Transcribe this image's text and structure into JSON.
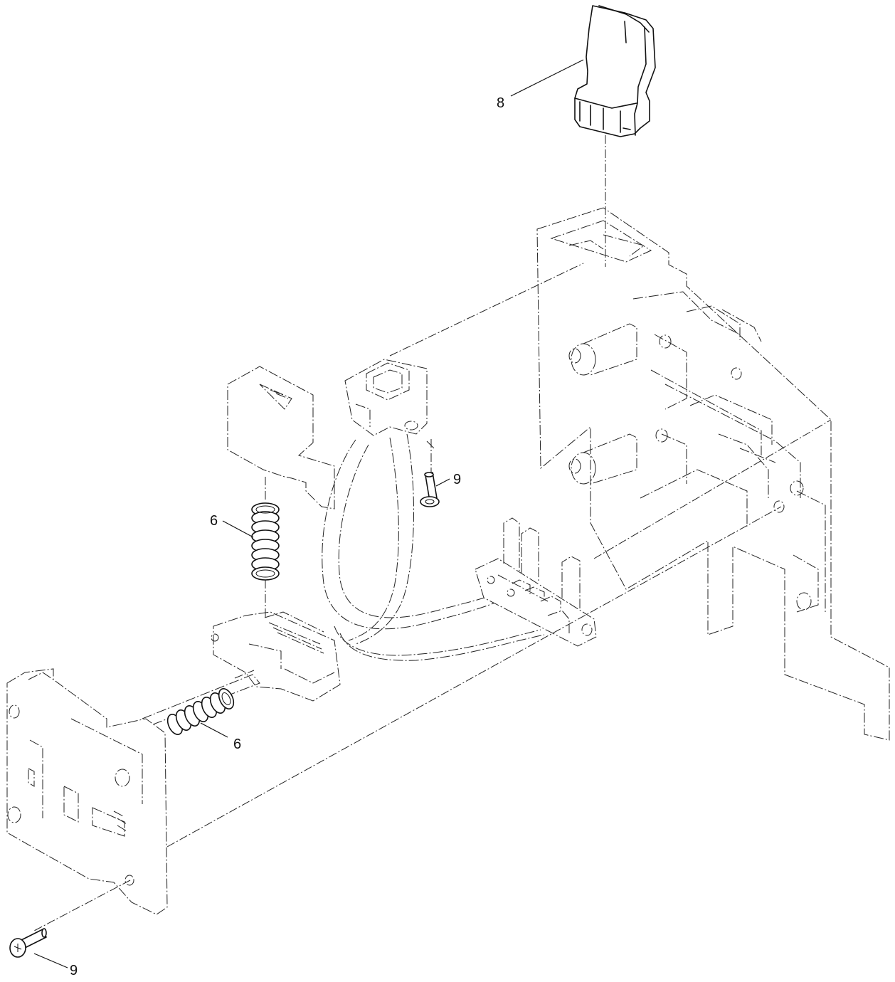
{
  "callouts": {
    "knob": "8",
    "upper_spring": "6",
    "lower_spring": "6",
    "upper_screw": "9",
    "lower_screw": "9"
  }
}
